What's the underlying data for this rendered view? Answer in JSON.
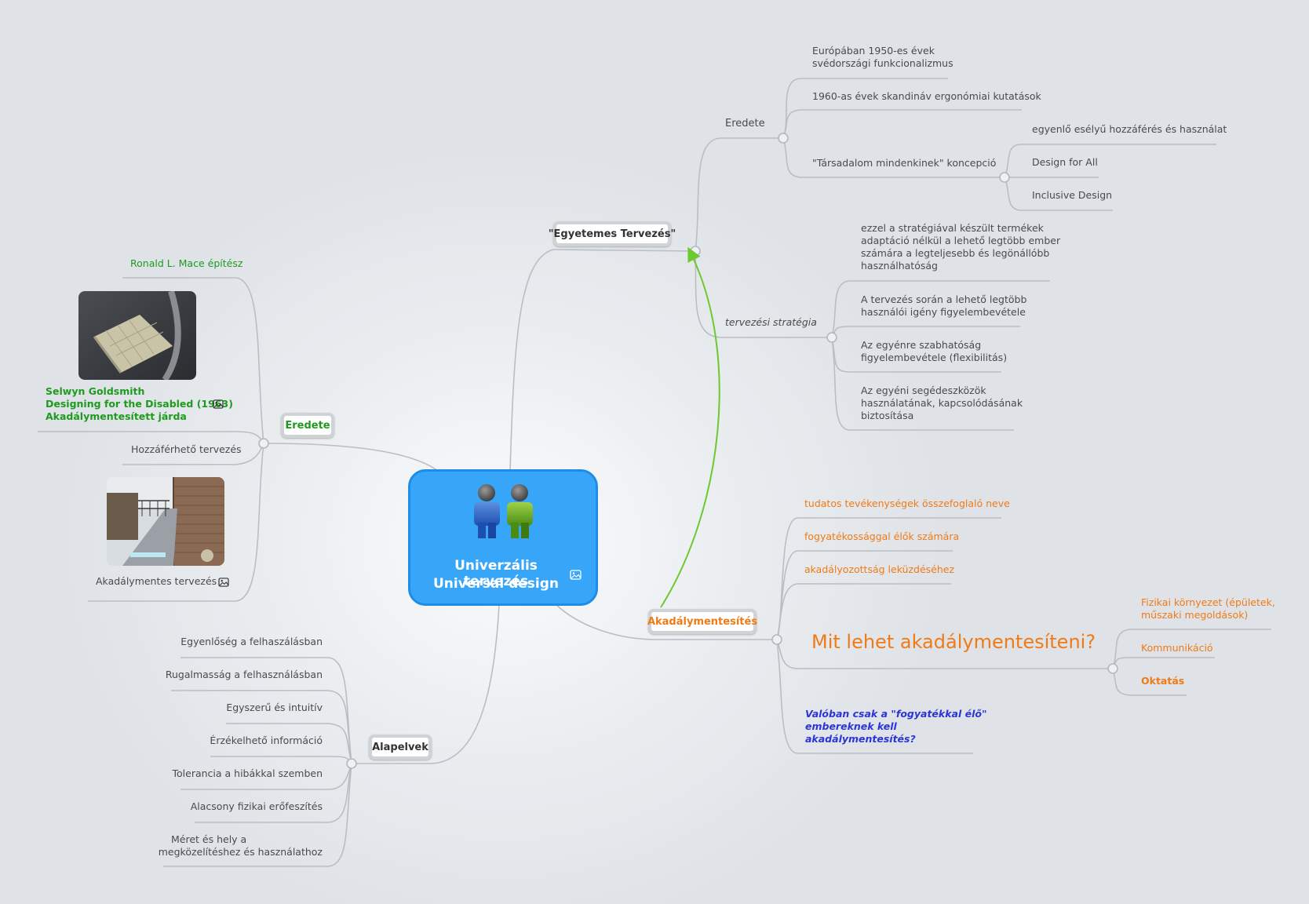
{
  "central": {
    "line1": "Univerzális tervezés",
    "line2": "Universal design",
    "icon": "two-people-icon"
  },
  "eredete_left": {
    "label": "Eredete",
    "items": {
      "mace": "Ronald L. Mace építész",
      "goldsmith": [
        "Selwyn Goldsmith",
        "Designing for the Disabled (1963)",
        "Akadálymentesített járda"
      ],
      "hozzaferheto": "Hozzáférhető tervezés",
      "akadalymentes_tervezes": "Akadálymentes tervezés"
    }
  },
  "egyetemes": {
    "label": "\"Egyetemes Tervezés\"",
    "eredete": {
      "label": "Eredete",
      "europa": [
        "Európában 1950-es évek",
        "svédországi funkcionalizmus"
      ],
      "skandinav": "1960-as évek skandináv ergonómiai kutatások",
      "tarsadalom": "\"Társadalom mindenkinek\" koncepció",
      "tarsadalom_children": [
        "egyenlő esélyű hozzáférés és használat",
        "Design for All",
        "Inclusive Design"
      ]
    },
    "strategia": {
      "label": "tervezési stratégia",
      "items": [
        [
          "ezzel a stratégiával készült termékek",
          "adaptáció nélkül a lehető legtöbb ember",
          "számára a legteljesebb és legönállóbb",
          "használhatóság"
        ],
        [
          "A tervezés során a lehető legtöbb",
          "használói igény figyelembevétele"
        ],
        [
          "Az egyénre szabhatóság",
          "figyelembevétele (flexibilitás)"
        ],
        [
          "Az egyéni segédeszközök",
          "használatának, kapcsolódásának",
          "biztosítása"
        ]
      ]
    }
  },
  "akadalymentesites": {
    "label": "Akadálymentesítés",
    "items": [
      "tudatos tevékenységek összefoglaló neve",
      "fogyatékossággal élők számára",
      "akadályozottság leküzdéséhez"
    ],
    "mit": "Mit lehet akadálymentesíteni?",
    "mit_children": [
      [
        "Fizikai környezet (épületek,",
        "műszaki megoldások)"
      ],
      "Kommunikáció",
      "Oktatás"
    ],
    "question": [
      "Valóban csak a \"fogyatékkal élő\"",
      "embereknek kell",
      "akadálymentesítés?"
    ]
  },
  "alapelvek": {
    "label": "Alapelvek",
    "items": [
      "Egyenlőség a felhaszálásban",
      "Rugalmasság a felhasználásban",
      "Egyszerű és intuitív",
      "Érzékelhető információ",
      "Tolerancia a hibákkal szemben",
      "Alacsony fizikai erőfeszítés",
      [
        "Méret és hely a",
        "megközelítéshez és használathoz"
      ]
    ]
  },
  "colors": {
    "root": "#37a5f8",
    "green": "#1e9a1e",
    "orange": "#f07a16",
    "blue_question": "#2a35d8",
    "arrow": "#6cc930",
    "line": "#b8bcc0"
  }
}
